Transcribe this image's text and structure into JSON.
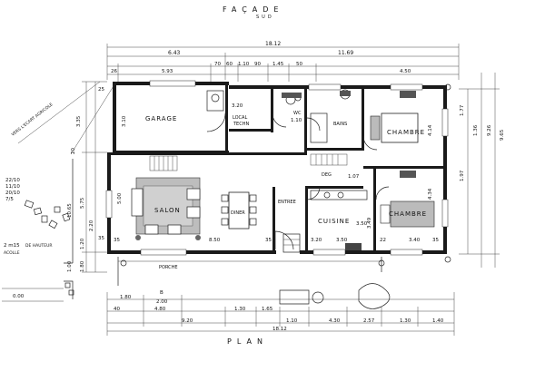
{
  "header": {
    "title": "FAÇADE",
    "subtitle": "SUD"
  },
  "footer": {
    "title": "PLAN"
  },
  "rooms": {
    "garage": "GARAGE",
    "local_tech_1": "LOCAL",
    "local_tech_2": "TECHN",
    "wc": "WC",
    "bains": "BAINS",
    "chambre_1": "CHAMBRE",
    "chambre_2": "CHAMBRE",
    "salon": "SALON",
    "diner": "DINER",
    "entree": "ENTREE",
    "cuisine": "CUISINE",
    "porche": "PORCHE",
    "deg": "DEG"
  },
  "dimensions_top": {
    "total": "18.12",
    "a": "6.43",
    "b": "11.69",
    "c1": "26",
    "c2": "5.93",
    "c3": "70",
    "c4": "60",
    "c5": "1.10",
    "c6": "90",
    "c7": "1.45",
    "c8": "50",
    "c9": "4.50"
  },
  "dimensions_left": {
    "d1": "25",
    "d2": "3.35",
    "d3": "3.10",
    "d4": "20",
    "d5": "10.65",
    "d6": "5.75",
    "d7": "5.00",
    "d8": "2.20",
    "d9": "1.20",
    "d10": "35",
    "d11": "1.80",
    "d12": "1.00"
  },
  "dimensions_right": {
    "r1": "1.77",
    "r2": "1.36",
    "r3": "9.26",
    "r4": "9.65",
    "r5": "4.14",
    "r6": "4.34",
    "r7": "1.97",
    "r8": "3.49"
  },
  "dimensions_bottom": {
    "b1": "1.80",
    "b2": "2.00",
    "b3": "4.80",
    "b4": "40",
    "b5": "1.30",
    "b6": "1.65",
    "b7": "9.20",
    "b8": "1.10",
    "b9": "4.30",
    "b10": "2.57",
    "b11": "1.30",
    "b12": "1.40",
    "b13": "18.12",
    "b14": "B",
    "b15": "35",
    "b16": "8.50",
    "b17": "35",
    "b18": "3.50",
    "b19": "22",
    "b20": "3.40",
    "b21": "35",
    "b22": "3.20"
  },
  "inner_dims": {
    "i1": "3.20",
    "i2": "1.10",
    "i3": "1.07",
    "i4": "3.50"
  },
  "notes": {
    "n1": "VERS L'ECART AGRICOLE",
    "n2": "22/10",
    "n3": "11/10",
    "n4": "20/10",
    "n5": "7/5",
    "n6": "2 m15",
    "n7": "DE HAUTEUR",
    "n8": "ACOLLE",
    "n9": "0.00"
  }
}
